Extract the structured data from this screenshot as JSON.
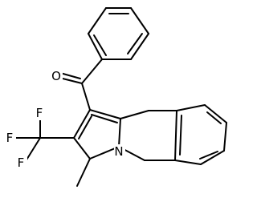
{
  "molecule": {
    "atoms": {
      "oxygen": "O",
      "nitrogen": "N",
      "fluorine_1": "F",
      "fluorine_2": "F",
      "fluorine_3": "F"
    }
  }
}
